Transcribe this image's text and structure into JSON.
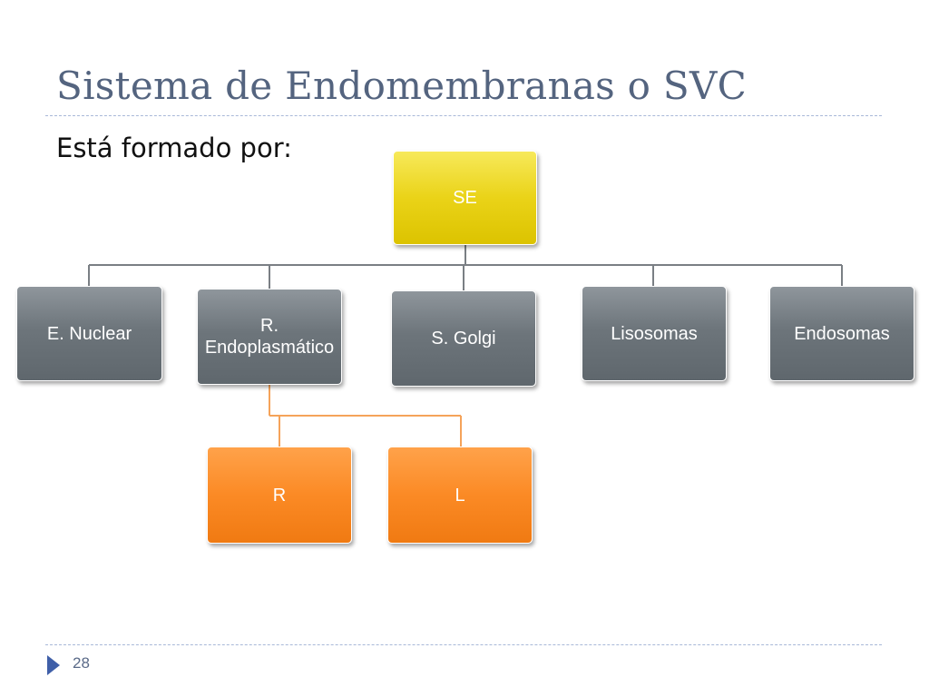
{
  "slide": {
    "title": "Sistema de Endomembranas o SVC",
    "subtitle": "Está formado por:",
    "page_number": "28"
  },
  "diagram": {
    "root": {
      "label": "SE",
      "color": "#e6cf10"
    },
    "level1": [
      {
        "label": "E. Nuclear",
        "color": "#6d757b"
      },
      {
        "label": "R. Endoplasmático",
        "color": "#6d757b"
      },
      {
        "label": "S. Golgi",
        "color": "#6d757b"
      },
      {
        "label": "Lisosomas",
        "color": "#6d757b"
      },
      {
        "label": "Endosomas",
        "color": "#6d757b"
      }
    ],
    "level2": [
      {
        "label": "R",
        "color": "#fb8a25"
      },
      {
        "label": "L",
        "color": "#fb8a25"
      }
    ]
  },
  "colors": {
    "title": "#54647f",
    "connector_gray": "#7a7f84",
    "connector_orange": "#f5a35a",
    "accent_marker": "#3f5fa8"
  },
  "icons": {
    "footer_marker": "triangle-right-icon"
  }
}
